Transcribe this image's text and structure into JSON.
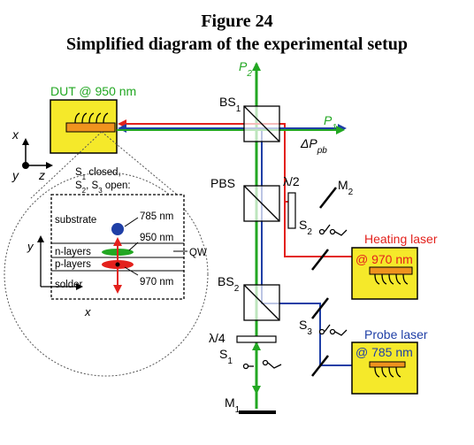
{
  "header": {
    "figure_number": "Figure 24",
    "caption": "Simplified diagram of the experimental setup"
  },
  "labels": {
    "dut": "DUT @ 950 nm",
    "p2": "P",
    "p2_sub": "2",
    "p1": "P",
    "p1_sub": "1",
    "dpb": "ΔP",
    "dpb_sub": "pb",
    "bs1": "BS",
    "bs1_sub": "1",
    "bs2": "BS",
    "bs2_sub": "2",
    "pbs": "PBS",
    "half_wave": "λ/2",
    "quarter_wave": "λ/4",
    "m1": "M",
    "m1_sub": "1",
    "m2": "M",
    "m2_sub": "2",
    "s1": "S",
    "s1_sub": "1",
    "s2": "S",
    "s2_sub": "2",
    "s3": "S",
    "s3_sub": "3",
    "heating_laser": "Heating laser",
    "heating_wavelength": "@ 970 nm",
    "probe_laser": "Probe laser",
    "probe_wavelength": "@ 785 nm",
    "axis_x": "x",
    "axis_y": "y",
    "axis_z": "z"
  },
  "inset": {
    "switch_note_1a": "S",
    "switch_note_1b": "1",
    "switch_note_1c": " closed,",
    "switch_note_2a": "S",
    "switch_note_2b": "2",
    "switch_note_2c": ", S",
    "switch_note_2d": "3",
    "switch_note_2e": " open:",
    "substrate": "substrate",
    "n_layers": "n-layers",
    "p_layers": "p-layers",
    "solder": "solder",
    "qw": "QW",
    "wl_785": "785 nm",
    "wl_950": "950 nm",
    "wl_970": "970 nm",
    "axis_x": "x",
    "axis_y": "y"
  },
  "colors": {
    "green_beam": "#22a722",
    "red_beam": "#e3211c",
    "blue_beam": "#1f3fa6",
    "device_yellow": "#f5e92a",
    "chip_orange": "#f0931e",
    "label_green": "#22a722",
    "label_red": "#e3211c",
    "label_blue": "#1f3fa6"
  }
}
